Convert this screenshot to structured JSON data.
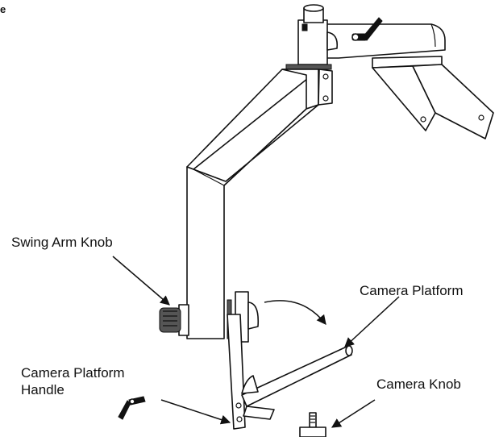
{
  "edge_text": "e",
  "labels": {
    "swing_arm_knob": "Swing Arm Knob",
    "camera_platform": "Camera Platform",
    "camera_platform_handle_line1": "Camera Platform",
    "camera_platform_handle_line2": "Handle",
    "camera_knob": "Camera Knob"
  },
  "colors": {
    "line": "#111111",
    "background": "#ffffff"
  }
}
